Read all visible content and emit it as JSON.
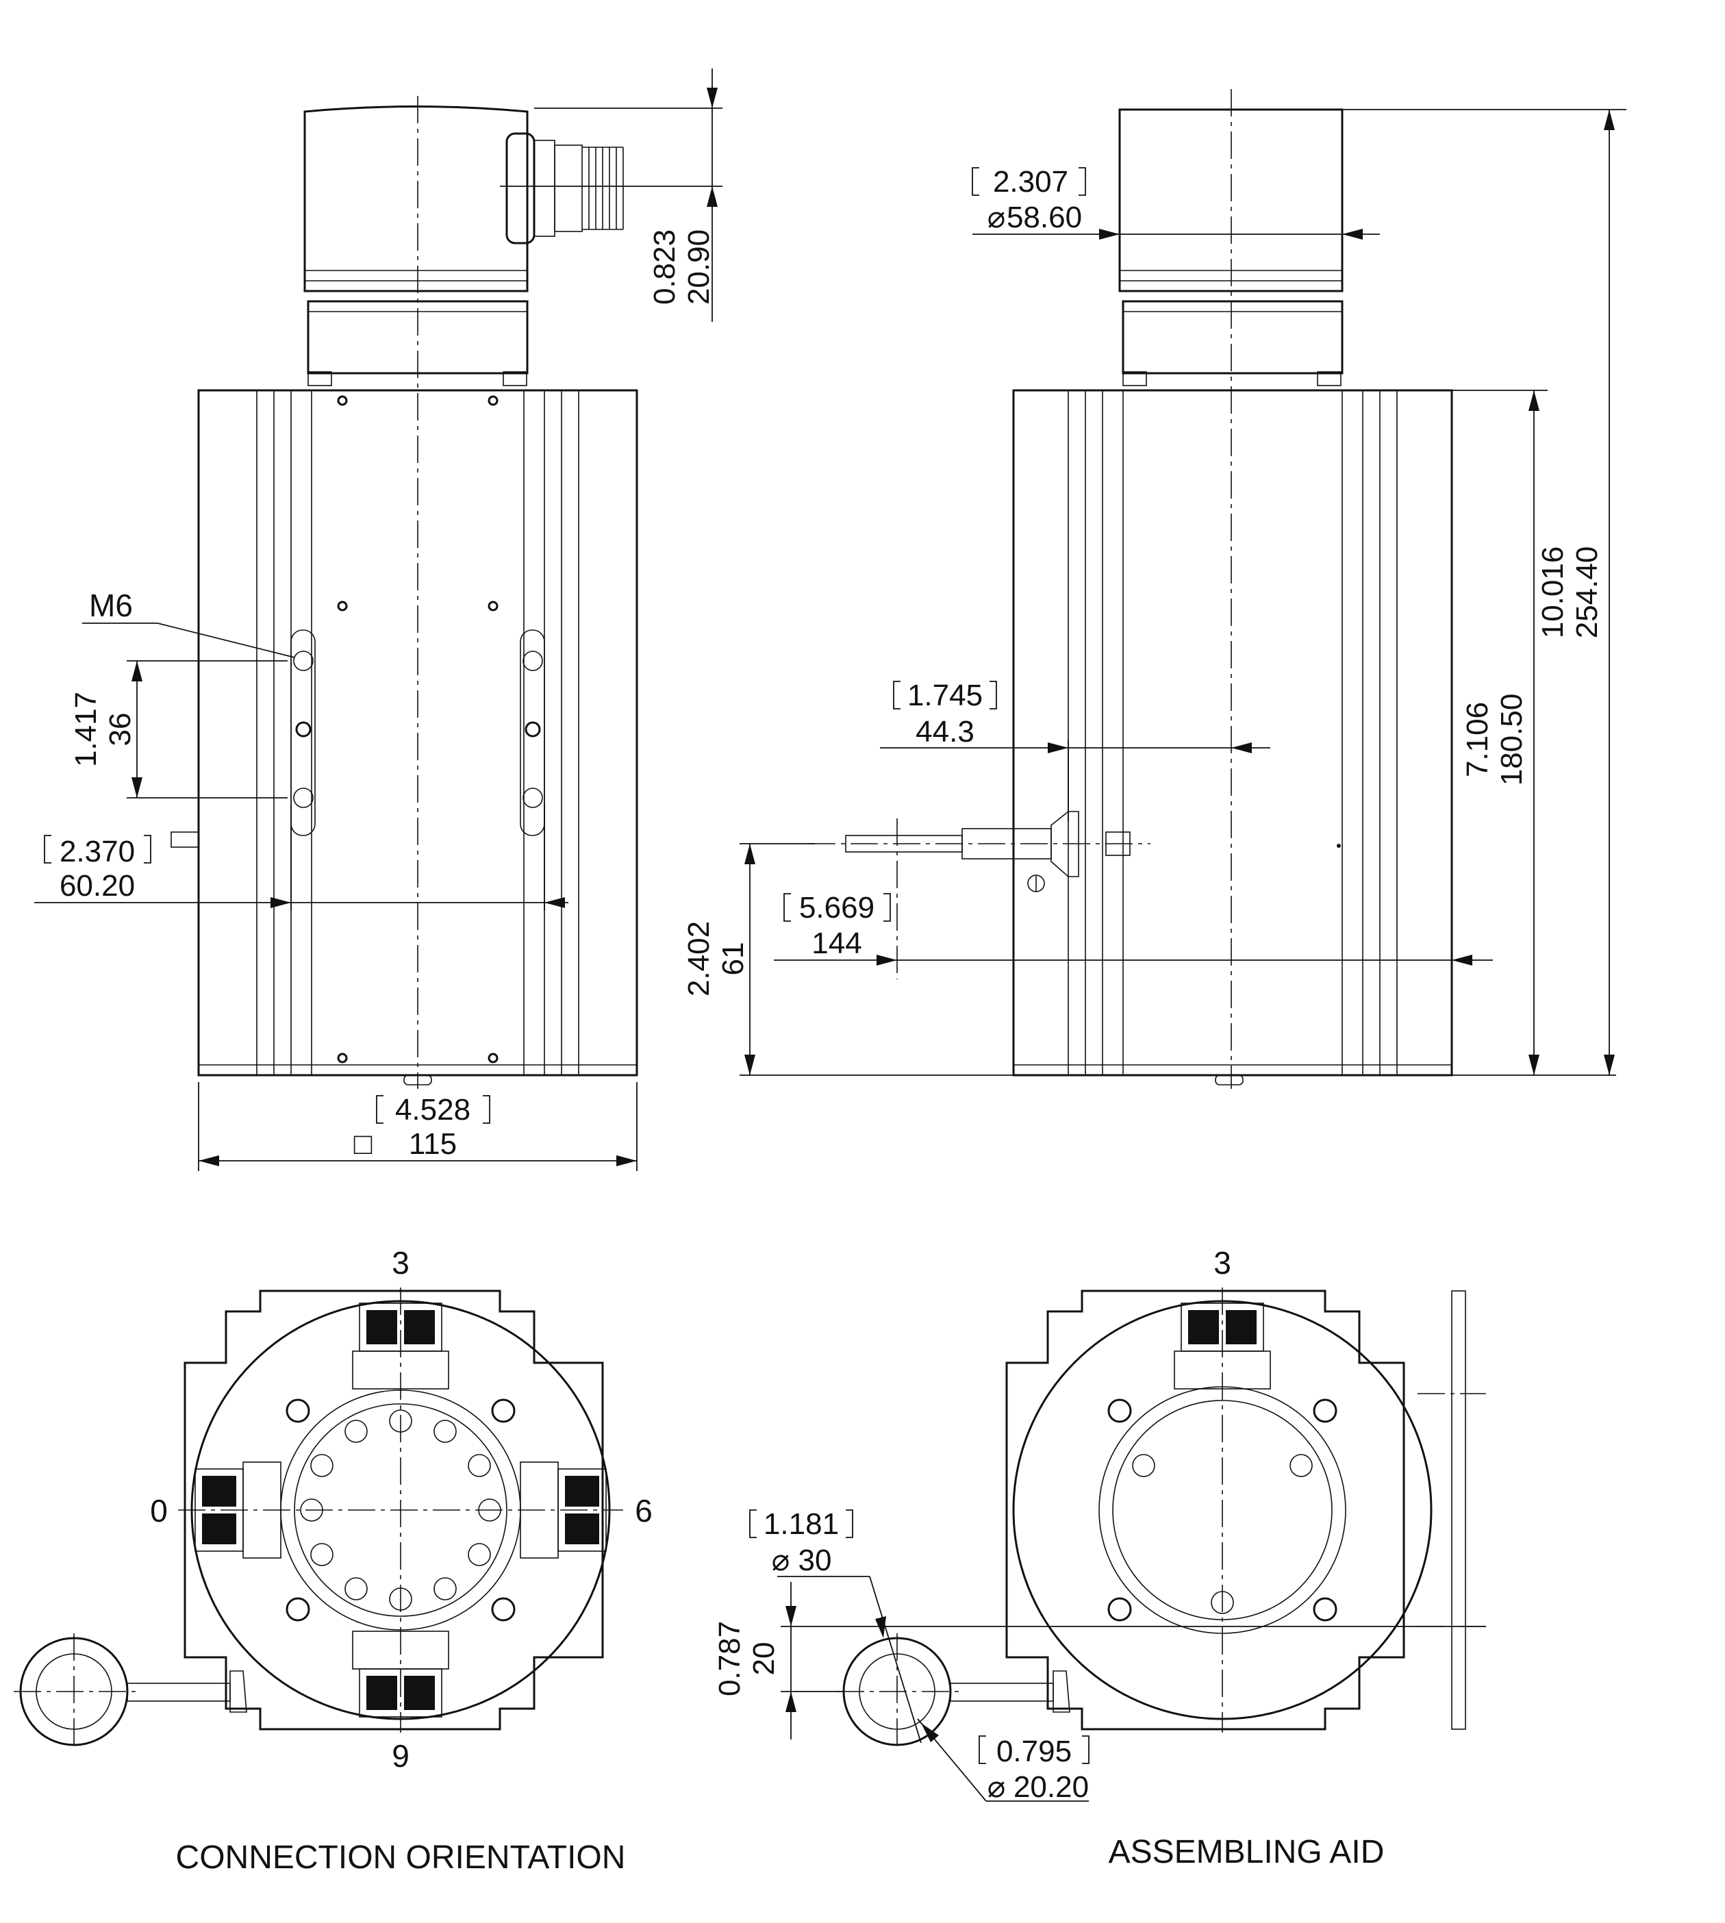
{
  "views": {
    "front": {
      "dims": {
        "connector_in": "0.823",
        "connector_mm": "20.90",
        "thread": "M6",
        "hole_pitch_in": "1.417",
        "hole_pitch_mm": "36",
        "groove_in": "2.370",
        "groove_mm": "60.20",
        "width_in": "4.528",
        "width_mm": "115",
        "square_symbol": "□"
      }
    },
    "side": {
      "dims": {
        "cap_dia_in": "2.307",
        "cap_dia_mm": "58.60",
        "diameter_symbol": "⌀",
        "probe_in": "1.745",
        "probe_mm": "44.3",
        "probe_len_in": "5.669",
        "probe_len_mm": "144",
        "probe_h_in": "2.402",
        "probe_h_mm": "61",
        "body_h_in": "7.106",
        "body_h_mm": "180.50",
        "total_h_in": "10.016",
        "total_h_mm": "254.40"
      }
    },
    "connection": {
      "title": "CONNECTION ORIENTATION",
      "positions": {
        "top": "3",
        "left": "0",
        "right": "6",
        "bottom": "9"
      }
    },
    "assembling": {
      "title": "ASSEMBLING AID",
      "positions": {
        "top": "3"
      },
      "dims": {
        "ring_in": "1.181",
        "ring_mm": "30",
        "offset_in": "0.787",
        "offset_mm": "20",
        "bore_in": "0.795",
        "bore_mm": "20.20",
        "diameter_symbol": "⌀"
      }
    }
  }
}
